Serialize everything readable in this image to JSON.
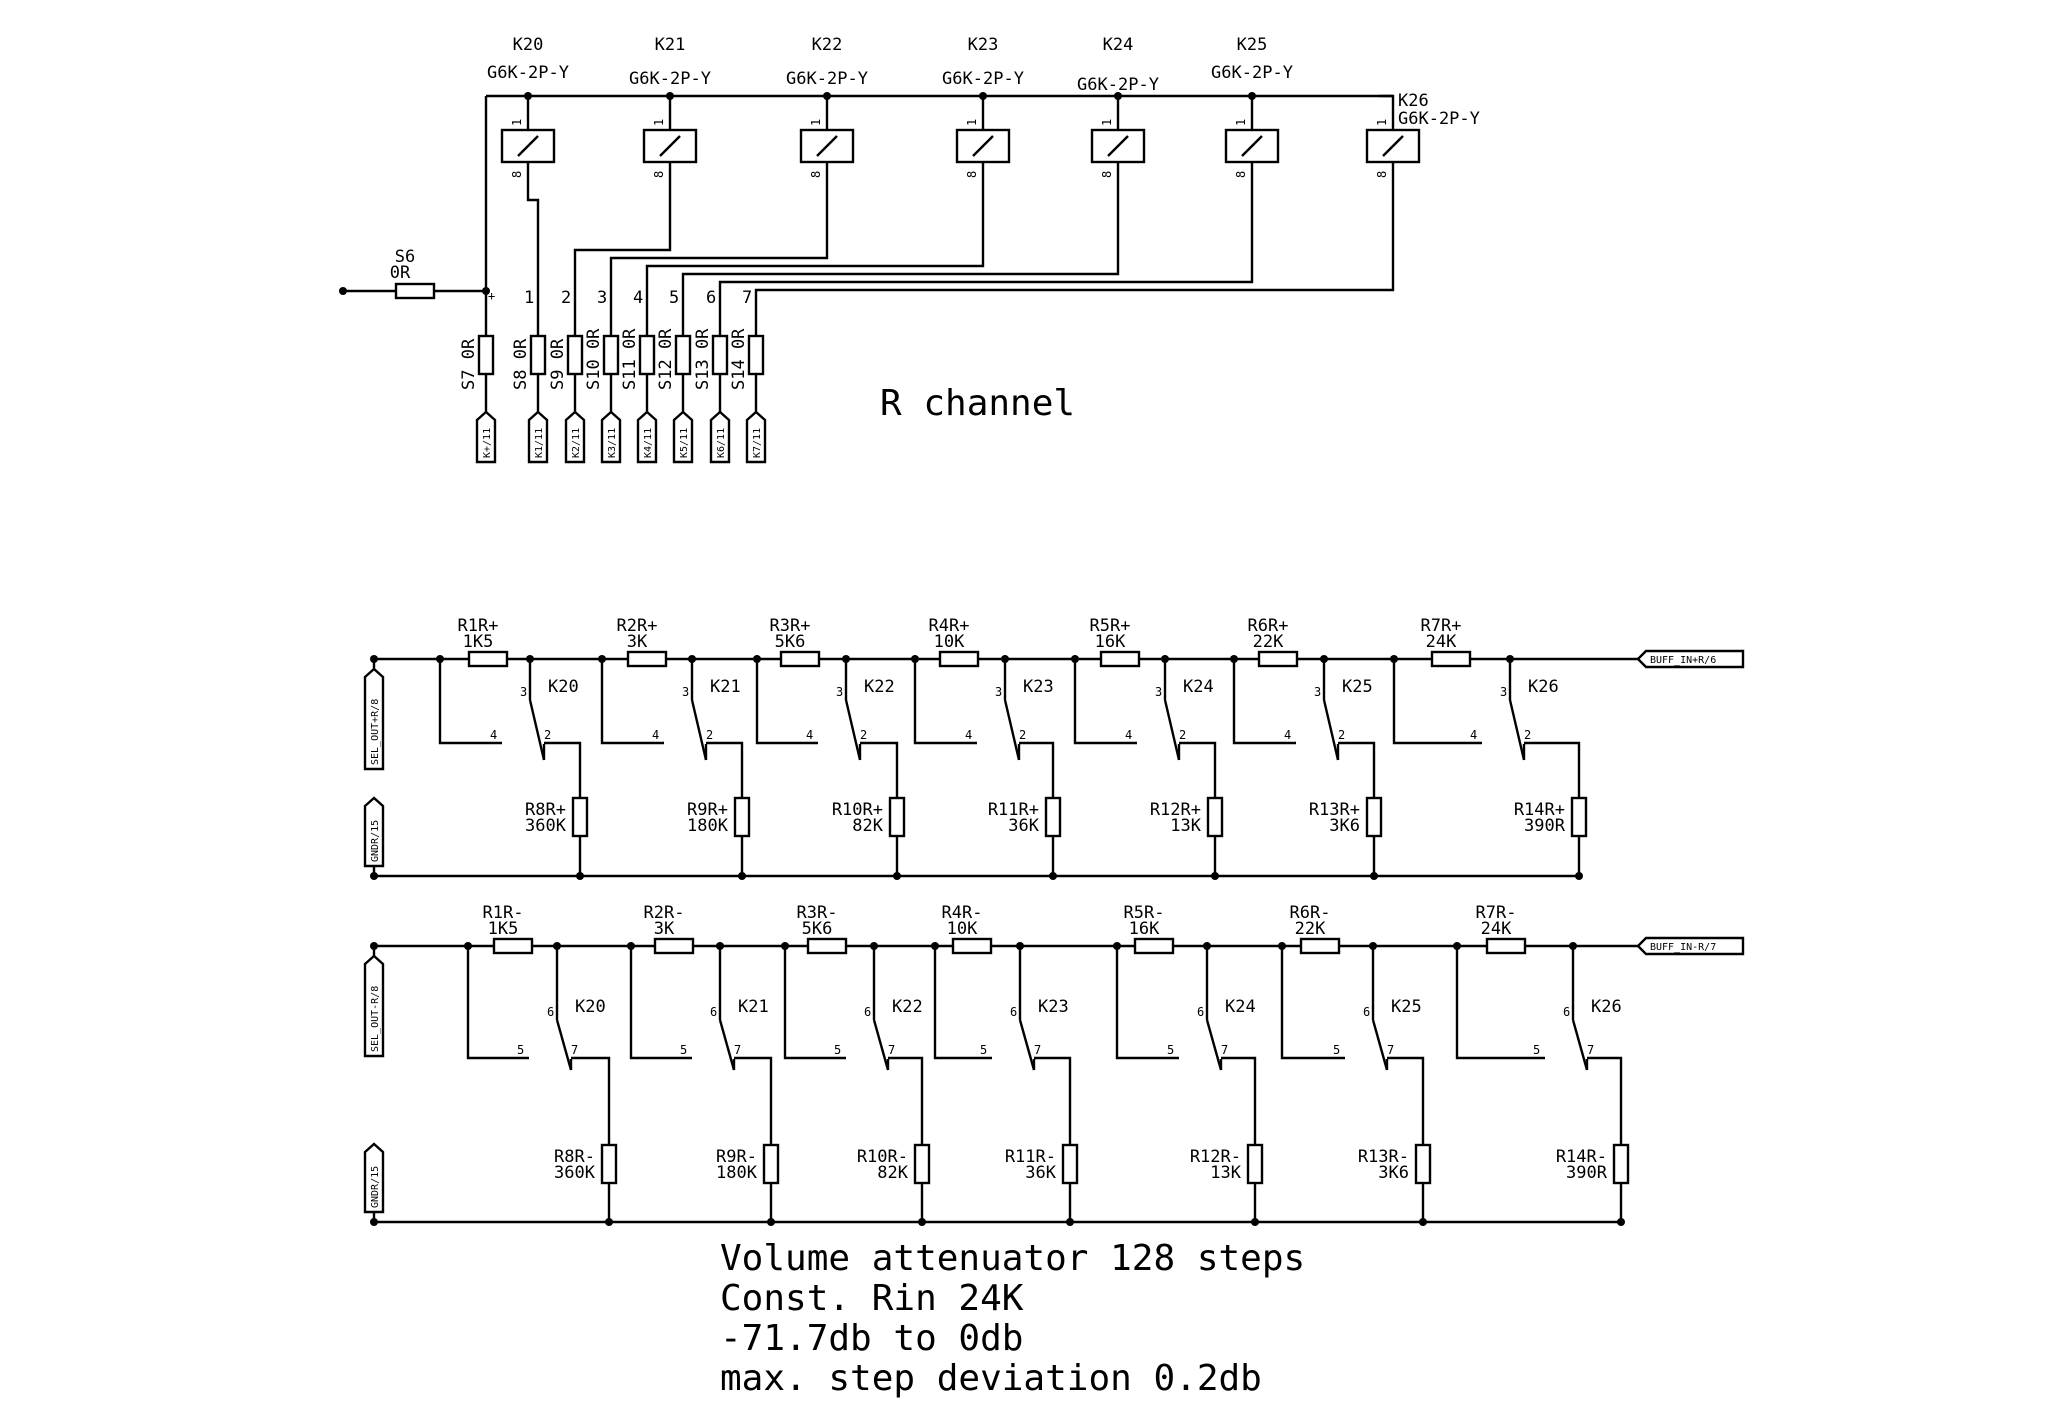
{
  "relays": [
    {
      "ref": "K20",
      "part": "G6K-2P-Y"
    },
    {
      "ref": "K21",
      "part": "G6K-2P-Y"
    },
    {
      "ref": "K22",
      "part": "G6K-2P-Y"
    },
    {
      "ref": "K23",
      "part": "G6K-2P-Y"
    },
    {
      "ref": "K24",
      "part": "G6K-2P-Y"
    },
    {
      "ref": "K25",
      "part": "G6K-2P-Y"
    },
    {
      "ref": "K26",
      "part": "G6K-2P-Y"
    }
  ],
  "coil_pins": {
    "top": "1",
    "bottom": "8"
  },
  "s6": {
    "ref": "S6",
    "value": "0R"
  },
  "jumper_pin_plus": "+",
  "jumpers": [
    {
      "ref": "S7",
      "value": "0R",
      "connector": "K+/11"
    },
    {
      "ref": "S8",
      "value": "0R",
      "connector": "K1/11",
      "num": "1"
    },
    {
      "ref": "S9",
      "value": "0R",
      "connector": "K2/11",
      "num": "2"
    },
    {
      "ref": "S10",
      "value": "0R",
      "connector": "K3/11",
      "num": "3"
    },
    {
      "ref": "S11",
      "value": "0R",
      "connector": "K4/11",
      "num": "4"
    },
    {
      "ref": "S12",
      "value": "0R",
      "connector": "K5/11",
      "num": "5"
    },
    {
      "ref": "S13",
      "value": "0R",
      "connector": "K6/11",
      "num": "6"
    },
    {
      "ref": "S14",
      "value": "0R",
      "connector": "K7/11",
      "num": "7"
    }
  ],
  "channel_title": "R channel",
  "ladders": [
    {
      "in_port": "SEL_OUT+R/8",
      "gnd_port": "GNDR/15",
      "out_port": "BUFF_IN+R/6",
      "switch_pins": [
        "3",
        "4",
        "2"
      ],
      "series": [
        {
          "ref": "R1R+",
          "value": "1K5"
        },
        {
          "ref": "R2R+",
          "value": "3K"
        },
        {
          "ref": "R3R+",
          "value": "5K6"
        },
        {
          "ref": "R4R+",
          "value": "10K"
        },
        {
          "ref": "R5R+",
          "value": "16K"
        },
        {
          "ref": "R6R+",
          "value": "22K"
        },
        {
          "ref": "R7R+",
          "value": "24K"
        }
      ],
      "shunt": [
        {
          "ref": "R8R+",
          "value": "360K"
        },
        {
          "ref": "R9R+",
          "value": "180K"
        },
        {
          "ref": "R10R+",
          "value": "82K"
        },
        {
          "ref": "R11R+",
          "value": "36K"
        },
        {
          "ref": "R12R+",
          "value": "13K"
        },
        {
          "ref": "R13R+",
          "value": "3K6"
        },
        {
          "ref": "R14R+",
          "value": "390R"
        }
      ]
    },
    {
      "in_port": "SEL_OUT-R/8",
      "gnd_port": "GNDR/15",
      "out_port": "BUFF_IN-R/7",
      "switch_pins": [
        "6",
        "5",
        "7"
      ],
      "series": [
        {
          "ref": "R1R-",
          "value": "1K5"
        },
        {
          "ref": "R2R-",
          "value": "3K"
        },
        {
          "ref": "R3R-",
          "value": "5K6"
        },
        {
          "ref": "R4R-",
          "value": "10K"
        },
        {
          "ref": "R5R-",
          "value": "16K"
        },
        {
          "ref": "R6R-",
          "value": "22K"
        },
        {
          "ref": "R7R-",
          "value": "24K"
        }
      ],
      "shunt": [
        {
          "ref": "R8R-",
          "value": "360K"
        },
        {
          "ref": "R9R-",
          "value": "180K"
        },
        {
          "ref": "R10R-",
          "value": "82K"
        },
        {
          "ref": "R11R-",
          "value": "36K"
        },
        {
          "ref": "R12R-",
          "value": "13K"
        },
        {
          "ref": "R13R-",
          "value": "3K6"
        },
        {
          "ref": "R14R-",
          "value": "390R"
        }
      ]
    }
  ],
  "notes": [
    "Volume attenuator 128 steps",
    "Const. Rin 24K",
    "-71.7db to 0db",
    "max. step deviation 0.2db"
  ]
}
